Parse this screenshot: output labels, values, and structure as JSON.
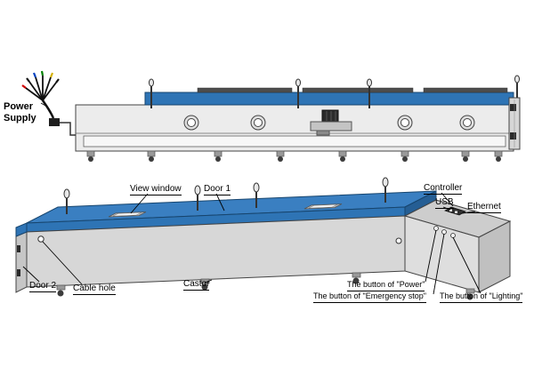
{
  "labels": {
    "power_supply": "Power Supply",
    "view_window": "View window",
    "door_1": "Door 1",
    "controller": "Controller",
    "usb": "USB",
    "ethernet": "Ethernet",
    "door_2": "Door 2",
    "cable_hole": "Cable hole",
    "castor": "Castor",
    "button_power": "The button of \"Power\"",
    "button_emergency_stop": "The button of \"Emergency stop\"",
    "button_lighting": "The button of \"Lighting\""
  },
  "colors": {
    "machine_top_blue": "#2e74b5",
    "machine_top_blue_light": "#3a7fc1",
    "body_gray": "#d7d7d7",
    "outline": "#444444",
    "wire_red": "#d00000",
    "wire_blue": "#0040c0",
    "wire_green": "#008000",
    "wire_yellow": "#d4b000"
  }
}
